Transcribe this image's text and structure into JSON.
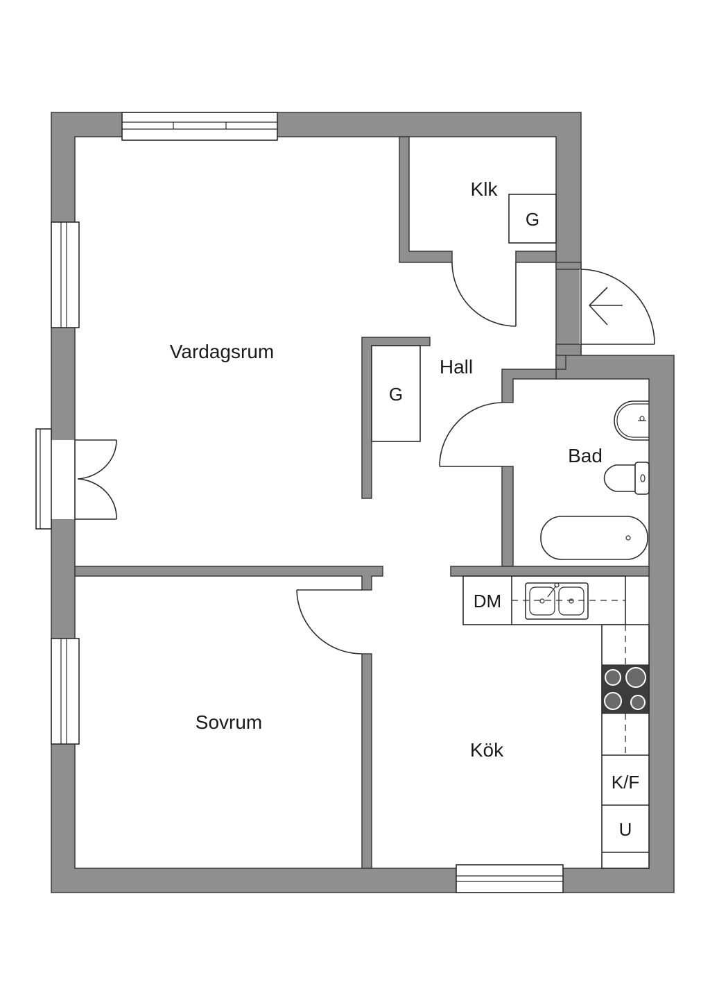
{
  "rooms": {
    "vardagsrum": "Vardagsrum",
    "klk": "Klk",
    "hall": "Hall",
    "bad": "Bad",
    "sovrum": "Sovrum",
    "kok": "Kök"
  },
  "fixtures": {
    "garderob_klk": "G",
    "garderob_hall": "G",
    "diskmaskin": "DM",
    "kyl_frys": "K/F",
    "ugn": "U"
  },
  "colors": {
    "wall": "#8f8f8f",
    "line": "#2b2b2b",
    "background": "#ffffff"
  }
}
